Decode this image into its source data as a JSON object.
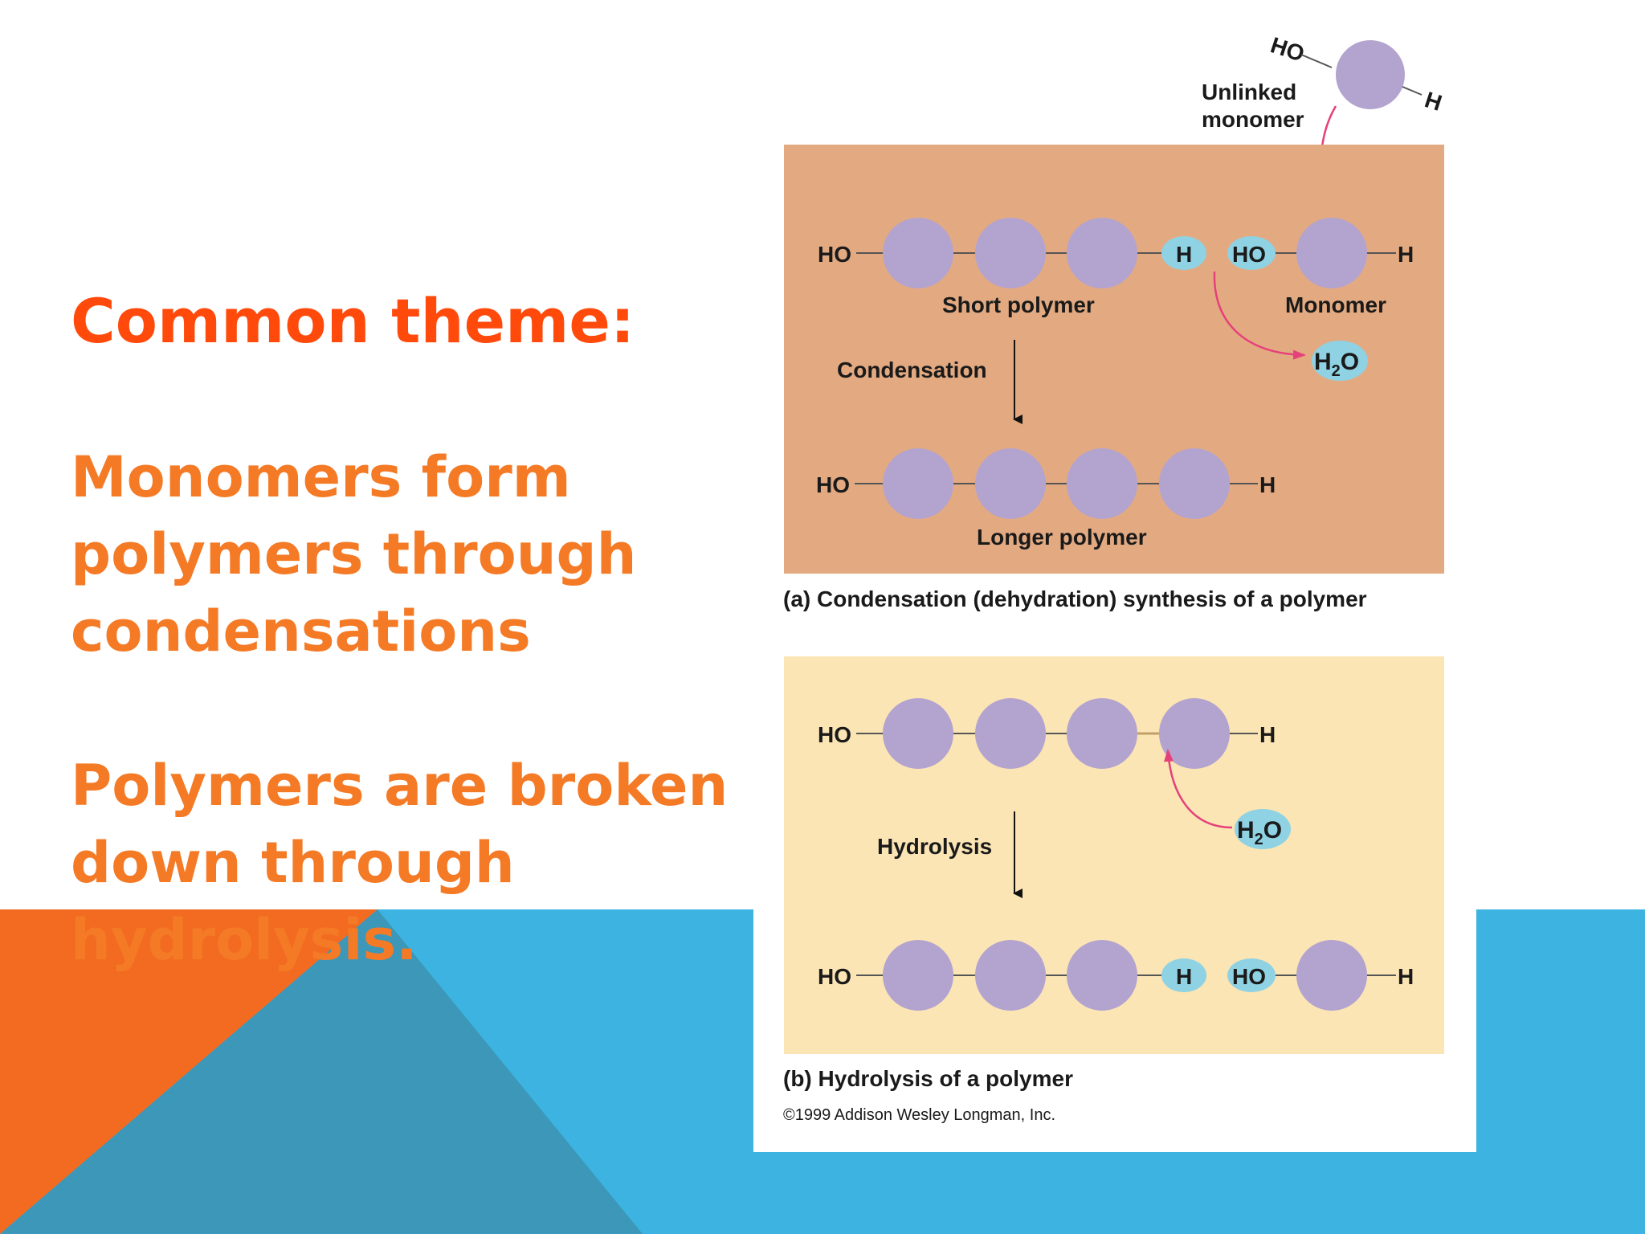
{
  "slide": {
    "heading": "Common theme:",
    "paragraph_1": "Monomers form polymers through condensations",
    "paragraph_2": "Polymers are broken down through hydrolysis."
  },
  "figure": {
    "unlinked_monomer": {
      "label_line1": "Unlinked",
      "label_line2": "monomer",
      "ho": "HO",
      "h": "H"
    },
    "panel_a": {
      "caption": "(a) Condensation (dehydration) synthesis of a polymer",
      "ho": "HO",
      "h": "H",
      "short_polymer": "Short polymer",
      "monomer": "Monomer",
      "process": "Condensation",
      "h2o_h": "H",
      "h2o_sub": "2",
      "h2o_o": "O",
      "longer_polymer": "Longer polymer"
    },
    "panel_b": {
      "caption": "(b) Hydrolysis of a polymer",
      "ho": "HO",
      "h": "H",
      "process": "Hydrolysis",
      "h2o_h": "H",
      "h2o_sub": "2",
      "h2o_o": "O"
    },
    "copyright": "©1999 Addison Wesley Longman, Inc."
  },
  "colors": {
    "accent_orange": "#f47a26",
    "heading_red": "#ff4a0c",
    "shape_blue": "#3cb3e0",
    "shape_dark_blue": "#3c97b8",
    "panel_a_bg": "#e3aa82",
    "panel_b_bg": "#fbe5b5",
    "monomer_purple": "#b3a3cf",
    "h_cyan": "#8ed2e4",
    "arrow_pink": "#e5417a"
  }
}
